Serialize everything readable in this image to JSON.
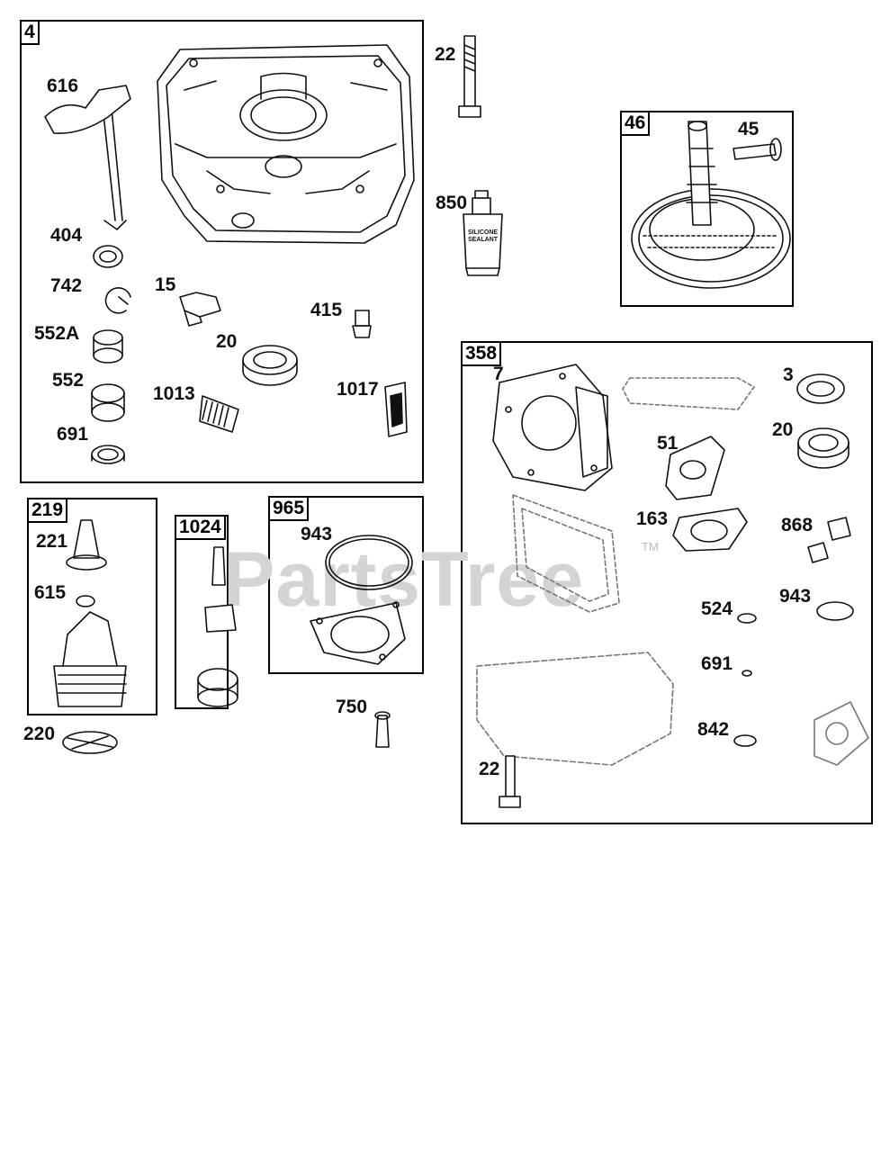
{
  "watermark": {
    "text": "PartsTree",
    "tm": "TM"
  },
  "groups": {
    "g4": "4",
    "g46": "46",
    "g358": "358",
    "g219": "219",
    "g1024": "1024",
    "g965": "965"
  },
  "labels": {
    "p616": "616",
    "p404": "404",
    "p742": "742",
    "p15": "15",
    "p415": "415",
    "p552a": "552A",
    "p20a": "20",
    "p552": "552",
    "p1013": "1013",
    "p1017": "1017",
    "p691a": "691",
    "p22a": "22",
    "p850": "850",
    "p45": "45",
    "p7": "7",
    "p3": "3",
    "p20b": "20",
    "p51": "51",
    "p163": "163",
    "p868": "868",
    "p524": "524",
    "p943b": "943",
    "p691b": "691",
    "p842": "842",
    "p22b": "22",
    "p221": "221",
    "p615": "615",
    "p220": "220",
    "p943a": "943",
    "p750": "750"
  },
  "sealant_text": [
    "SILICONE",
    "SEALANT"
  ]
}
